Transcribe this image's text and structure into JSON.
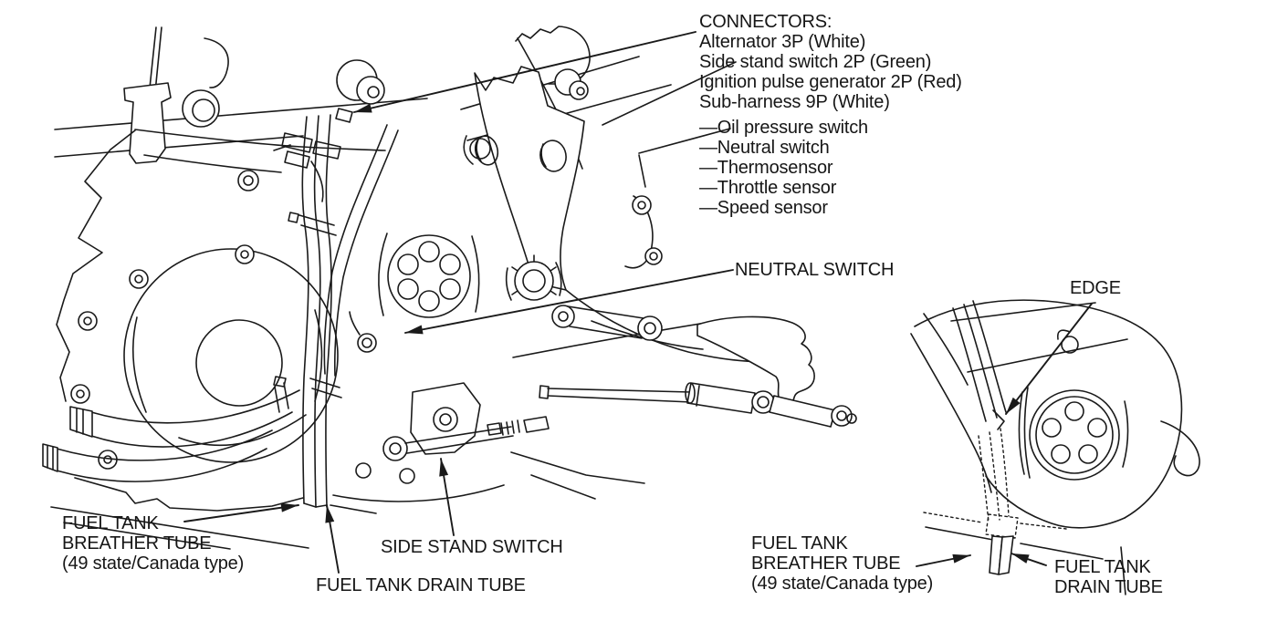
{
  "canvas": {
    "background": "#ffffff",
    "line_color": "#1a1a1a",
    "text_color": "#161616"
  },
  "labels": {
    "connectors": {
      "heading": "CONNECTORS:",
      "items": [
        "Alternator 3P (White)",
        "Side stand switch 2P (Green)",
        "Ignition pulse generator 2P (Red)",
        "Sub-harness 9P (White)"
      ],
      "sub_items": [
        "—Oil pressure switch",
        "—Neutral switch",
        "—Thermosensor",
        "—Throttle sensor",
        "—Speed sensor"
      ]
    },
    "neutral_switch": "NEUTRAL SWITCH",
    "edge": "EDGE",
    "fuel_tank_breather_main": {
      "line1": "FUEL TANK",
      "line2": "BREATHER TUBE",
      "line3": "(49 state/Canada type)"
    },
    "side_stand_switch": "SIDE STAND SWITCH",
    "fuel_tank_drain_main": "FUEL TANK DRAIN TUBE",
    "fuel_tank_breather_inset": {
      "line1": "FUEL TANK",
      "line2": "BREATHER TUBE",
      "line3": "(49 state/Canada type)"
    },
    "fuel_tank_drain_inset": {
      "line1": "FUEL TANK",
      "line2": "DRAIN TUBE"
    }
  }
}
